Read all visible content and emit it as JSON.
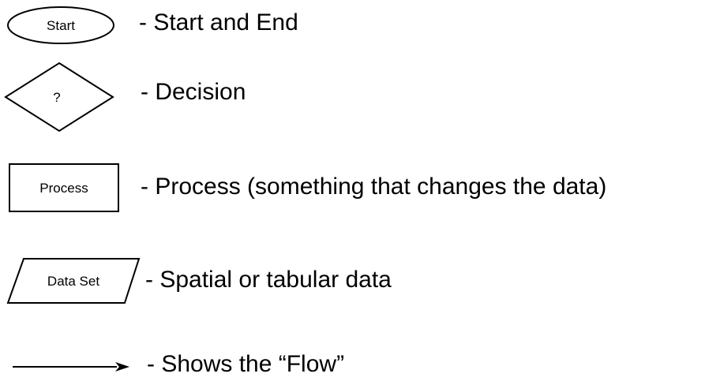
{
  "legend": {
    "rows": [
      {
        "shape": "ellipse",
        "shape_label": "Start",
        "desc": "- Start and End"
      },
      {
        "shape": "diamond",
        "shape_label": "?",
        "desc": "- Decision"
      },
      {
        "shape": "rectangle",
        "shape_label": "Process",
        "desc": "- Process (something that changes the data)"
      },
      {
        "shape": "parallelogram",
        "shape_label": "Data Set",
        "desc": "- Spatial or tabular data"
      },
      {
        "shape": "arrow",
        "shape_label": "",
        "desc": "- Shows the “Flow”"
      }
    ],
    "colors": {
      "stroke": "#000000",
      "text": "#000000",
      "background": "#ffffff"
    }
  }
}
